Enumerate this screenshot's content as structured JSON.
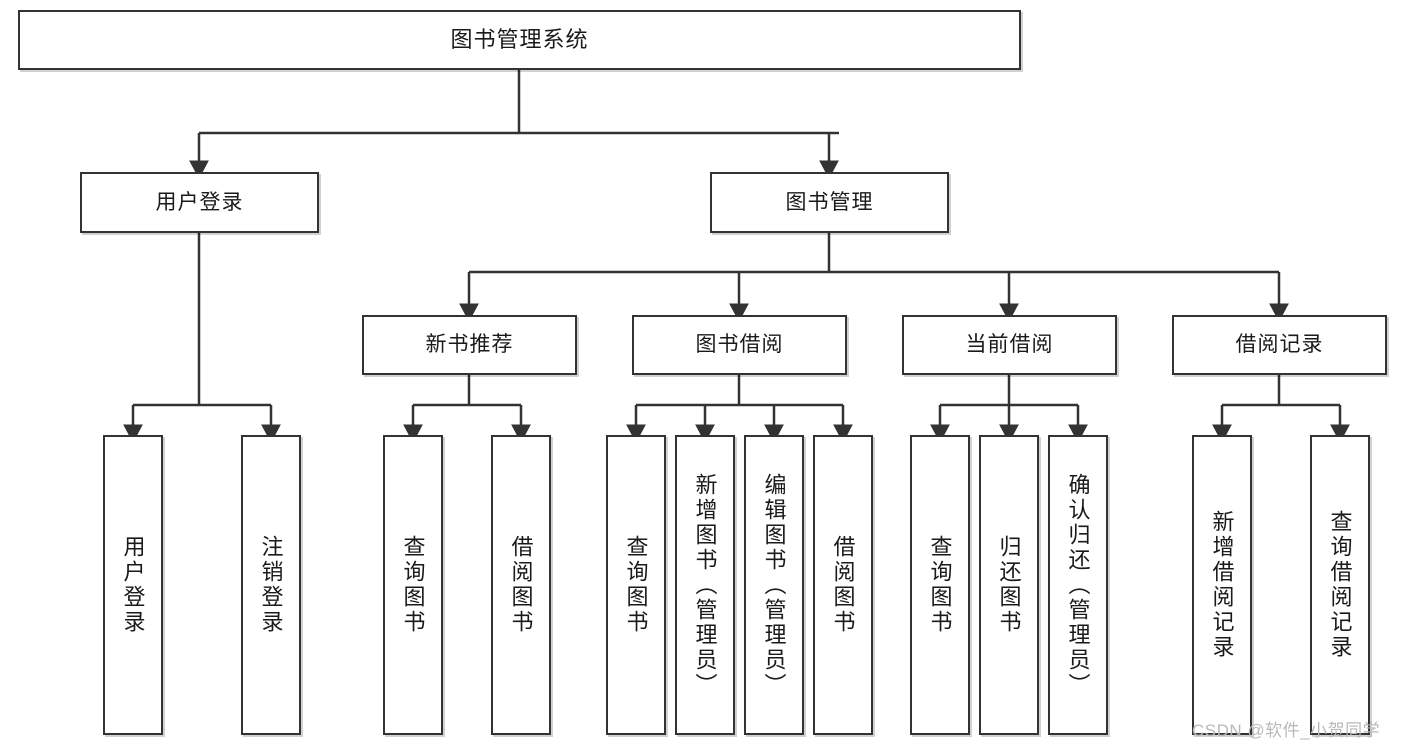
{
  "diagram": {
    "type": "tree-hierarchy",
    "title": "图书管理系统",
    "orientation": "top-down",
    "root": {
      "label": "图书管理系统",
      "children": [
        {
          "label": "用户登录",
          "children": [
            {
              "label": "用户登录"
            },
            {
              "label": "注销登录"
            }
          ]
        },
        {
          "label": "图书管理",
          "children": [
            {
              "label": "新书推荐",
              "children": [
                {
                  "label": "查询图书"
                },
                {
                  "label": "借阅图书"
                }
              ]
            },
            {
              "label": "图书借阅",
              "children": [
                {
                  "label": "查询图书"
                },
                {
                  "label": "新增图书（管理员）"
                },
                {
                  "label": "编辑图书（管理员）"
                },
                {
                  "label": "借阅图书"
                }
              ]
            },
            {
              "label": "当前借阅",
              "children": [
                {
                  "label": "查询图书"
                },
                {
                  "label": "归还图书"
                },
                {
                  "label": "确认归还（管理员）"
                }
              ]
            },
            {
              "label": "借阅记录",
              "children": [
                {
                  "label": "新增借阅记录"
                },
                {
                  "label": "查询借阅记录"
                }
              ]
            }
          ]
        }
      ]
    }
  },
  "nodes": {
    "root": "图书管理系统",
    "user_login": "用户登录",
    "book_manage": "图书管理",
    "new_book_rec": "新书推荐",
    "book_borrow": "图书借阅",
    "current_borrow": "当前借阅",
    "borrow_record": "借阅记录",
    "leaf_user_login": "用户登录",
    "leaf_logout": "注销登录",
    "leaf_query_book_1": "查询图书",
    "leaf_borrow_book_1": "借阅图书",
    "leaf_query_book_2": "查询图书",
    "leaf_add_book_admin": "新增图书（管理员）",
    "leaf_edit_book_admin": "编辑图书（管理员）",
    "leaf_borrow_book_2": "借阅图书",
    "leaf_query_book_3": "查询图书",
    "leaf_return_book": "归还图书",
    "leaf_confirm_return_admin": "确认归还（管理员）",
    "leaf_add_record": "新增借阅记录",
    "leaf_query_record": "查询借阅记录"
  },
  "watermark": {
    "text": "CSDN @软件_小贺同学"
  },
  "colors": {
    "border": "#333333",
    "background": "#ffffff",
    "text": "#1a1a1a",
    "watermark": "#b9b9b9",
    "connector": "#333333"
  }
}
